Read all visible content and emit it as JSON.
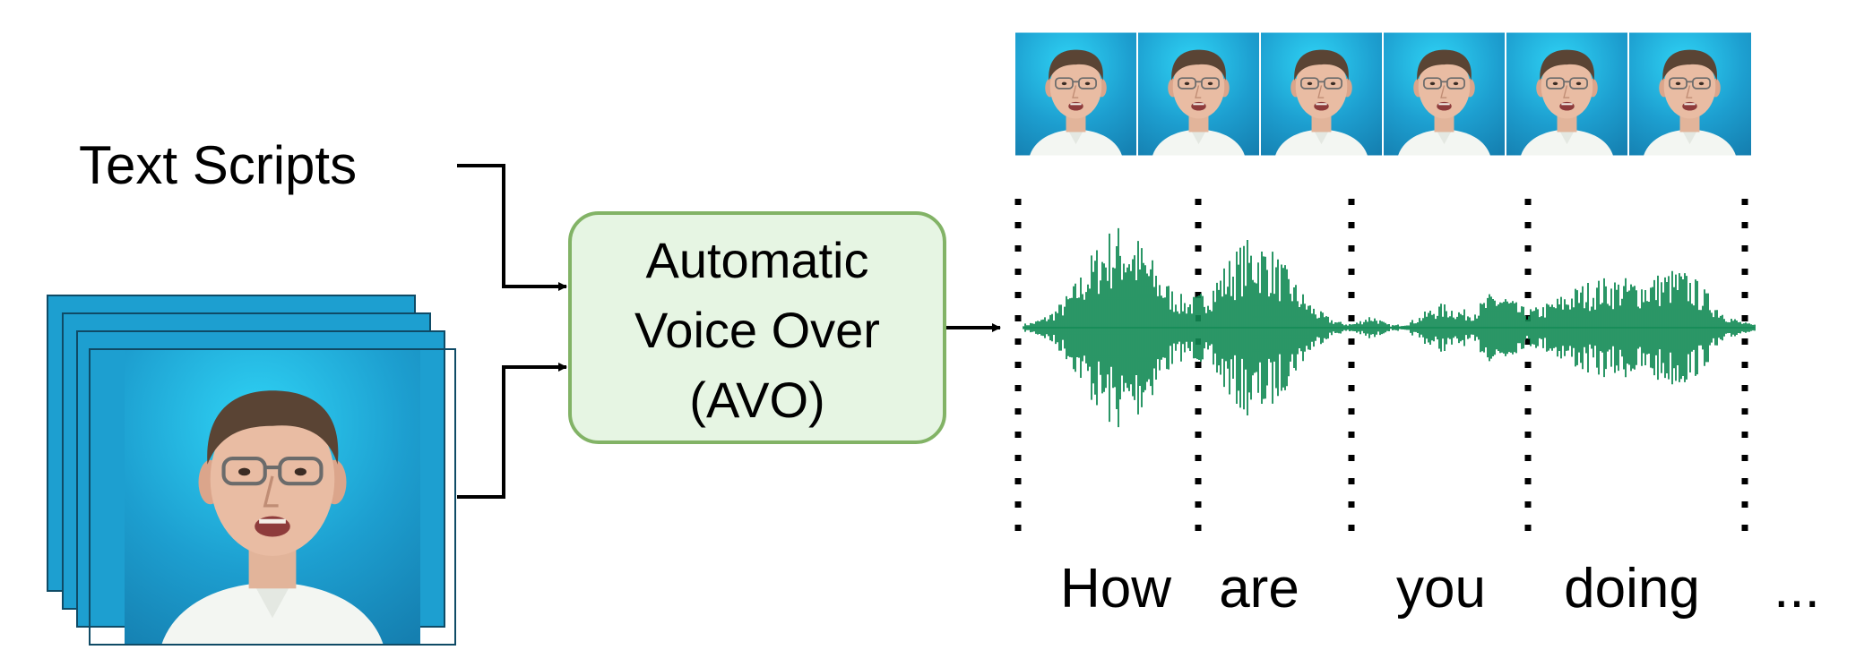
{
  "diagram": {
    "input_text_label": "Text Scripts",
    "avo_box": {
      "line1": "Automatic",
      "line2": "Voice Over",
      "line3": "(AVO)"
    },
    "words": [
      "How",
      "are",
      "you",
      "doing",
      "..."
    ],
    "colors": {
      "avo_fill": "#e6f5e3",
      "avo_stroke": "#82b366",
      "waveform": "#138a55",
      "frame_background": "#1f9ccc",
      "arrow": "#000000"
    },
    "icons": {
      "face_frame": "face-portrait-icon",
      "waveform": "audio-waveform-icon"
    }
  }
}
